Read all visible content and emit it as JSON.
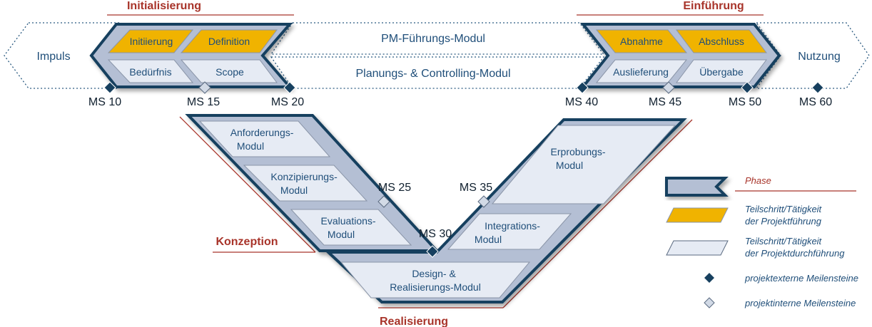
{
  "phases": {
    "initialisierung": "Initialisierung",
    "einfuehrung": "Einführung",
    "konzeption": "Konzeption",
    "realisierung": "Realisierung"
  },
  "outer": {
    "impuls": "Impuls",
    "nutzung": "Nutzung",
    "pm_fuehrung": "PM-Führungs-Modul",
    "planung_controlling": "Planungs- & Controlling-Modul"
  },
  "init_steps": {
    "initiierung": "Initiierung",
    "definition": "Definition",
    "beduerfnis": "Bedürfnis",
    "scope": "Scope"
  },
  "einf_steps": {
    "abnahme": "Abnahme",
    "abschluss": "Abschluss",
    "auslieferung": "Auslieferung",
    "uebergabe": "Übergabe"
  },
  "modules": {
    "anforderungs": [
      "Anforderungs-",
      "Modul"
    ],
    "konzipierungs": [
      "Konzipierungs-",
      "Modul"
    ],
    "evaluations": [
      "Evaluations-",
      "Modul"
    ],
    "erprobungs": [
      "Erprobungs-",
      "Modul"
    ],
    "integrations": [
      "Integrations-",
      "Modul"
    ],
    "design": [
      "Design- &",
      "Realisierungs-Modul"
    ]
  },
  "milestones": {
    "ms10": "MS 10",
    "ms15": "MS 15",
    "ms20": "MS 20",
    "ms25": "MS 25",
    "ms30": "MS 30",
    "ms35": "MS 35",
    "ms40": "MS 40",
    "ms45": "MS 45",
    "ms50": "MS 50",
    "ms60": "MS 60"
  },
  "legend": {
    "phase": "Phase",
    "teilschritt_fuehrung": [
      "Teilschritt/Tätigkeit",
      "der Projektführung"
    ],
    "teilschritt_durchfuehrung": [
      "Teilschritt/Tätigkeit",
      "der Projektdurchführung"
    ],
    "extern": "projektexterne Meilensteine",
    "intern": "projektinterne Meilensteine"
  },
  "colors": {
    "navy": "#17405f",
    "phase_fill": "#b4bfd4",
    "step_fill": "#e6ebf4",
    "gold": "#f0b300",
    "red": "#a8342a",
    "text": "#1f4e79"
  }
}
